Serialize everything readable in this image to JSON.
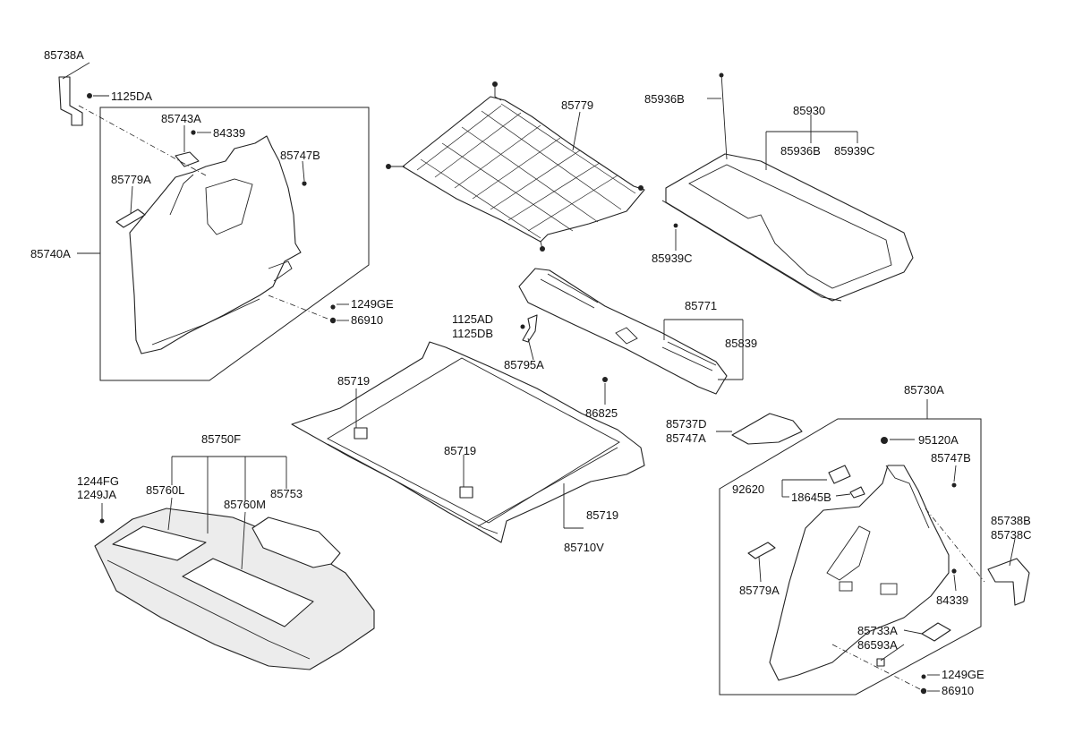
{
  "labels": {
    "l_85738A_top": "85738A",
    "l_1125DA": "1125DA",
    "l_85743A": "85743A",
    "l_84339_left": "84339",
    "l_85747B_left": "85747B",
    "l_85779A_left": "85779A",
    "l_85740A": "85740A",
    "l_1249GE_left": "1249GE",
    "l_86910_left": "86910",
    "l_85779": "85779",
    "l_85936B_top": "85936B",
    "l_85930": "85930",
    "l_85936B_sub": "85936B",
    "l_85939C_sub": "85939C",
    "l_85939C_low": "85939C",
    "l_85771": "85771",
    "l_85839": "85839",
    "l_1125AD": "1125AD",
    "l_1125DB": "1125DB",
    "l_85795A": "85795A",
    "l_86825": "86825",
    "l_85719_a": "85719",
    "l_85719_b": "85719",
    "l_85719_c": "85719",
    "l_85710V": "85710V",
    "l_85750F": "85750F",
    "l_1244FG": "1244FG",
    "l_1249JA": "1249JA",
    "l_85760L": "85760L",
    "l_85760M": "85760M",
    "l_85753": "85753",
    "l_85730A": "85730A",
    "l_85737D": "85737D",
    "l_85747A": "85747A",
    "l_95120A": "95120A",
    "l_85747B_right": "85747B",
    "l_92620": "92620",
    "l_18645B": "18645B",
    "l_85738B": "85738B",
    "l_85738C": "85738C",
    "l_85779A_right": "85779A",
    "l_84339_right": "84339",
    "l_85733A": "85733A",
    "l_86593A": "86593A",
    "l_1249GE_right": "1249GE",
    "l_86910_right": "86910"
  }
}
